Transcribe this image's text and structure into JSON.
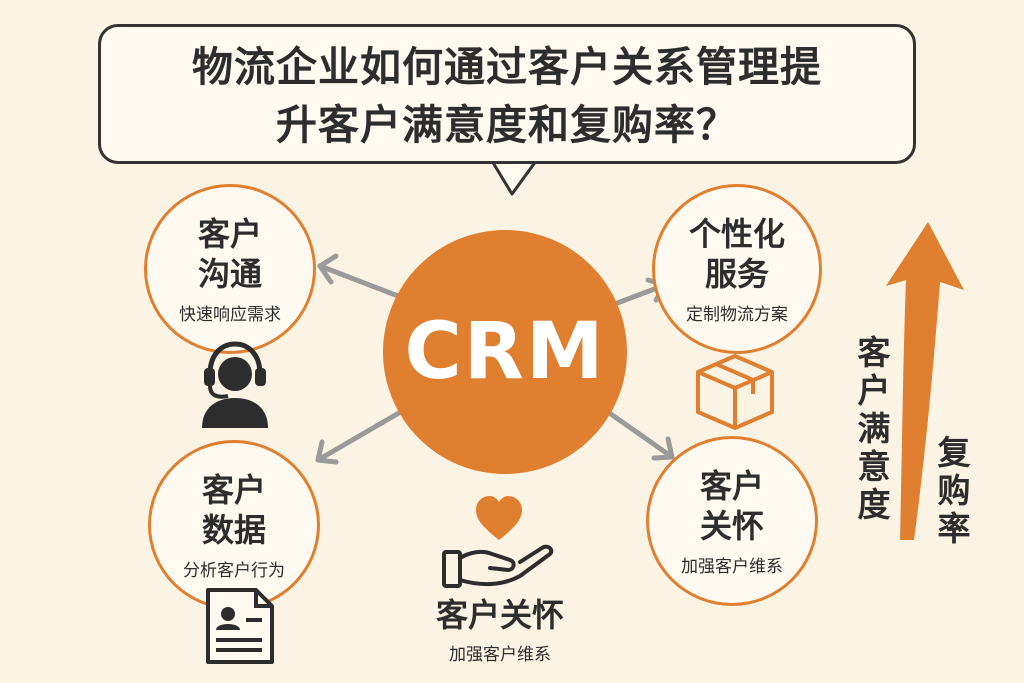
{
  "title": {
    "line1": "物流企业如何通过客户关系管理提",
    "line2": "升客户满意度和复购率？"
  },
  "center": {
    "label": "CRM"
  },
  "nodes": {
    "communication": {
      "title_l1": "客户",
      "title_l2": "沟通",
      "subtitle": "快速响应需求"
    },
    "personalized": {
      "title_l1": "个性化",
      "title_l2": "服务",
      "subtitle": "定制物流方案"
    },
    "data": {
      "title_l1": "客户",
      "title_l2": "数据",
      "subtitle": "分析客户行为"
    },
    "care": {
      "title_l1": "客户",
      "title_l2": "关怀",
      "subtitle": "加强客户维系"
    }
  },
  "bottom": {
    "title": "客户关怀",
    "subtitle": "加强客户维系"
  },
  "side": {
    "satisfaction": [
      "客",
      "户",
      "满",
      "意",
      "度"
    ],
    "repurchase": [
      "复",
      "购",
      "率"
    ]
  },
  "colors": {
    "accent": "#e07f2f",
    "background": "#fbf3e4",
    "arrow": "#9a9a9a",
    "ink": "#2d2d2d"
  },
  "icons": [
    "headset-agent-icon",
    "package-box-icon",
    "profile-document-icon",
    "heart-hand-icon",
    "up-arrow-icon"
  ]
}
